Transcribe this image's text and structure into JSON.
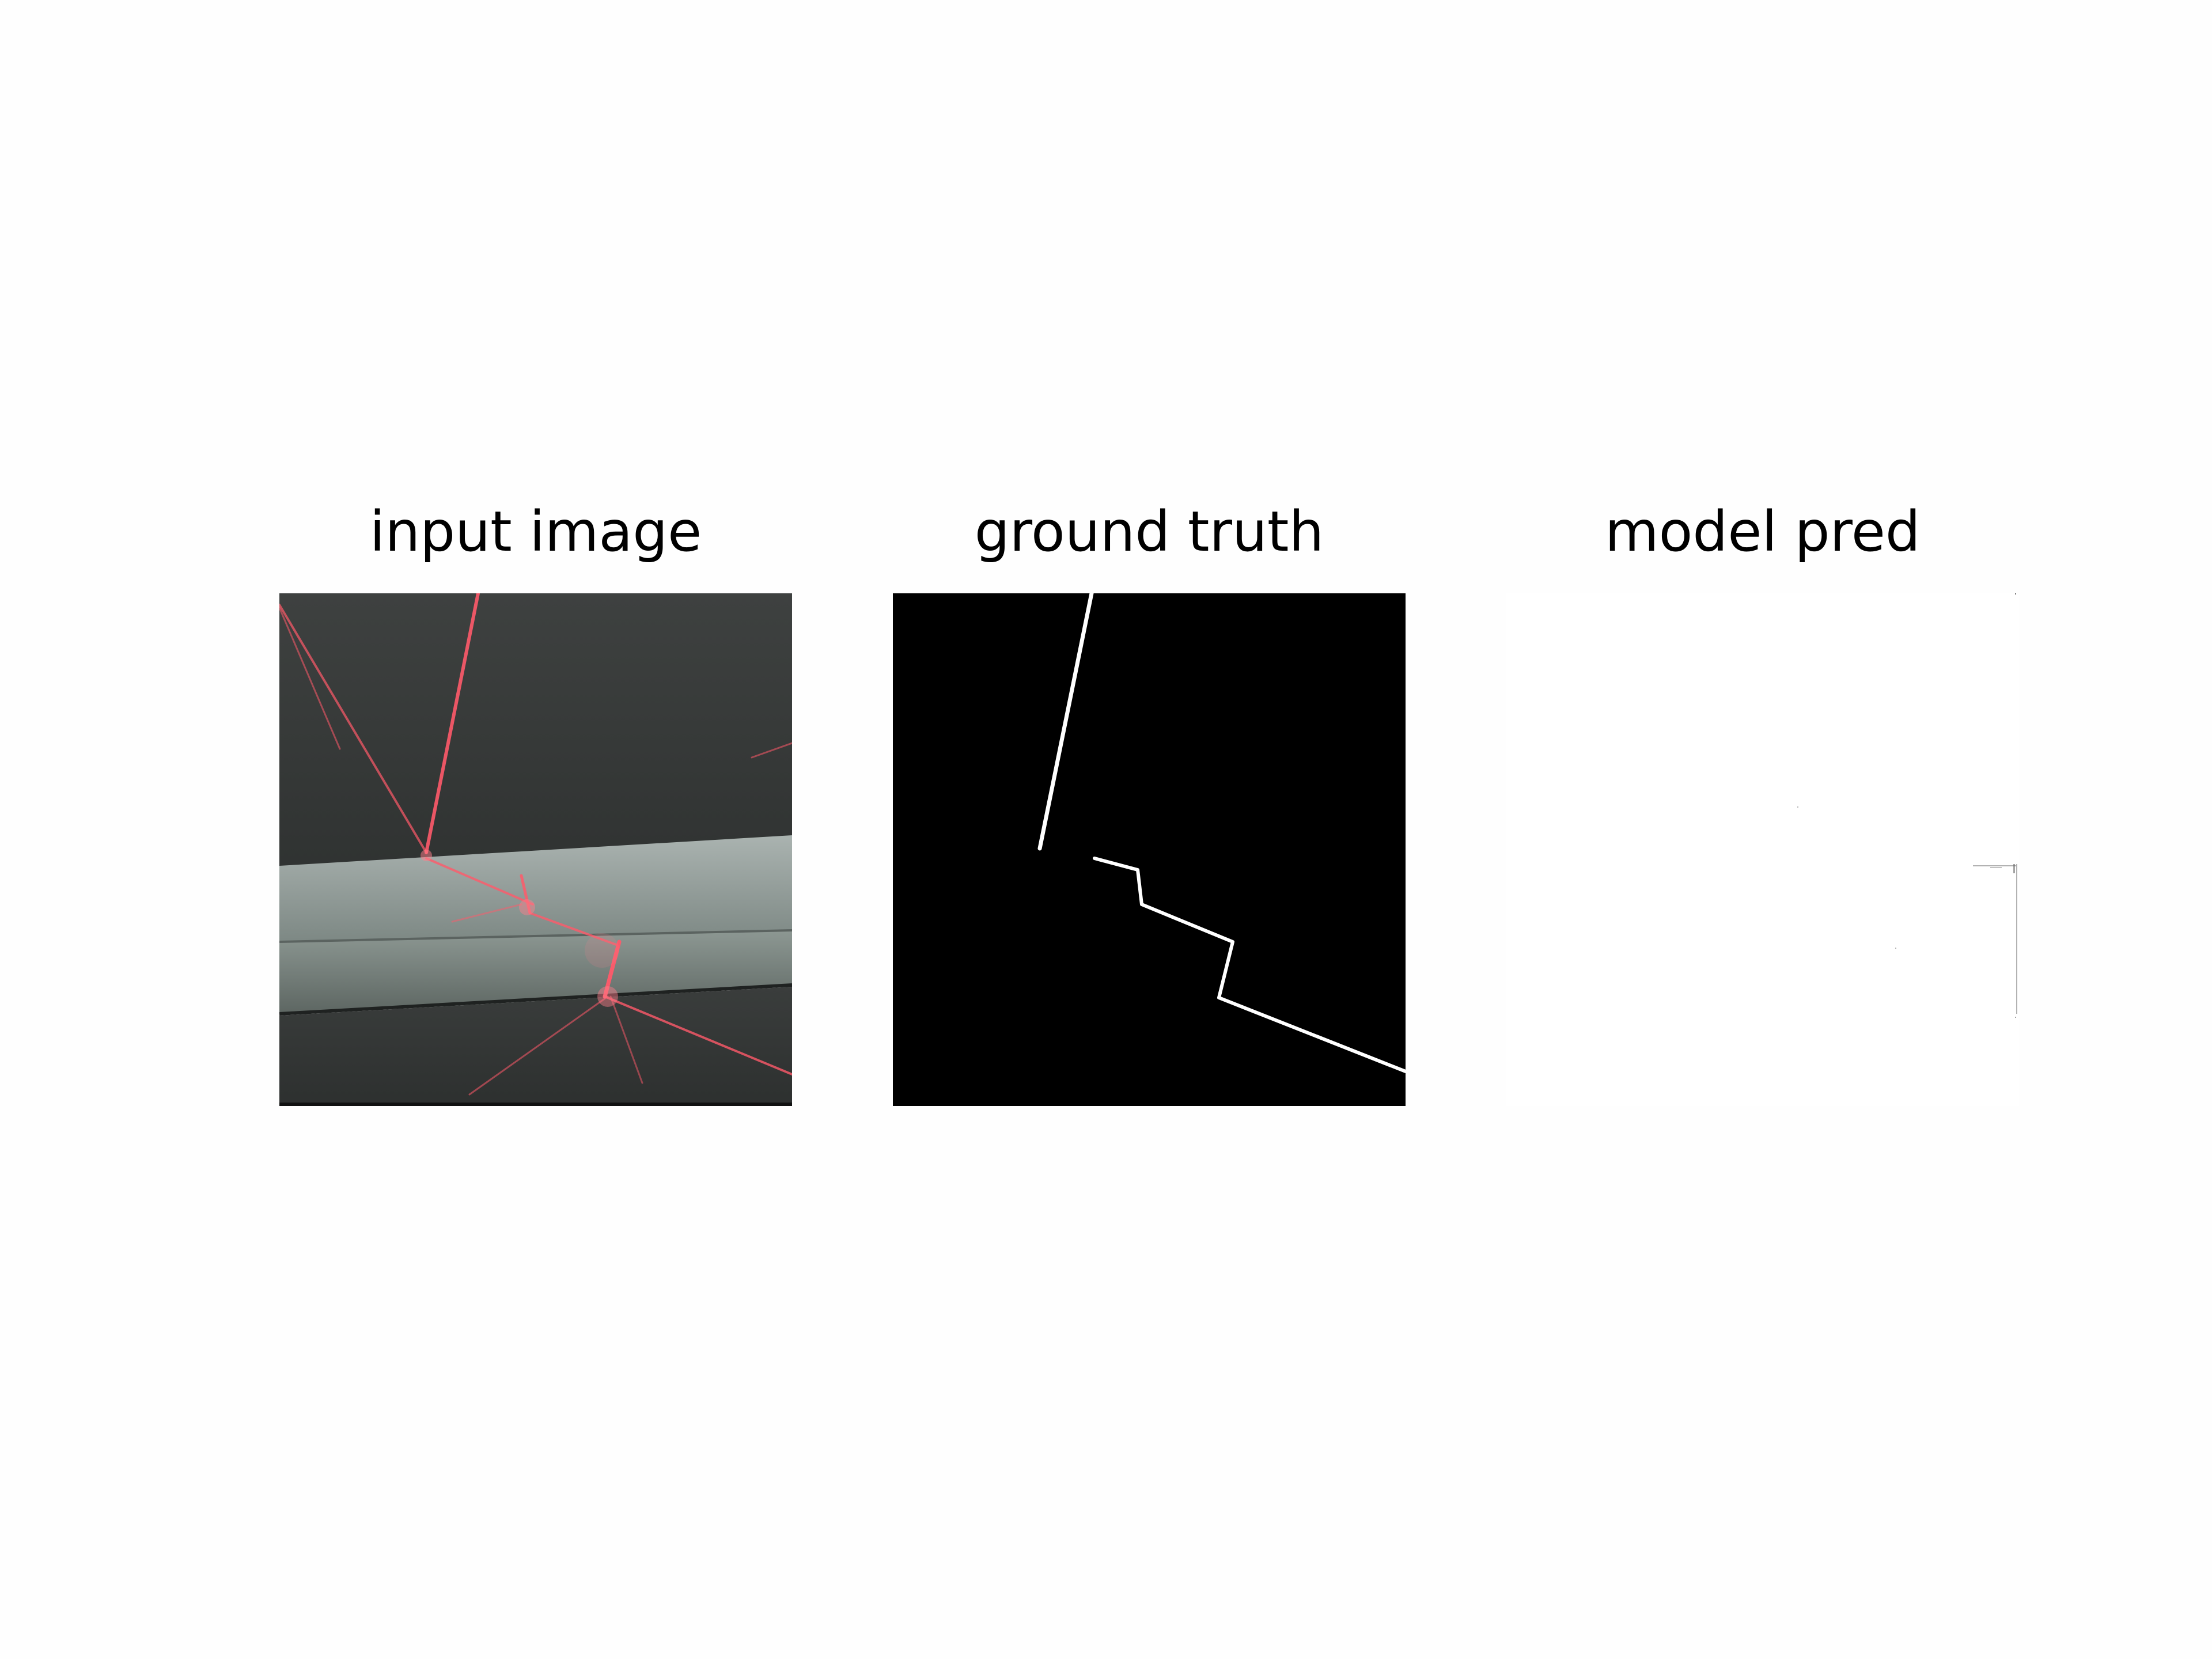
{
  "panels": [
    {
      "title": "input image",
      "background": "#3b3d3d",
      "laser_color": "#ff5a6a"
    },
    {
      "title": "ground truth",
      "background": "#000000",
      "mask_color": "#ffffff"
    },
    {
      "title": "model pred",
      "background": "#ffffff",
      "mask_color": "#000000"
    }
  ]
}
